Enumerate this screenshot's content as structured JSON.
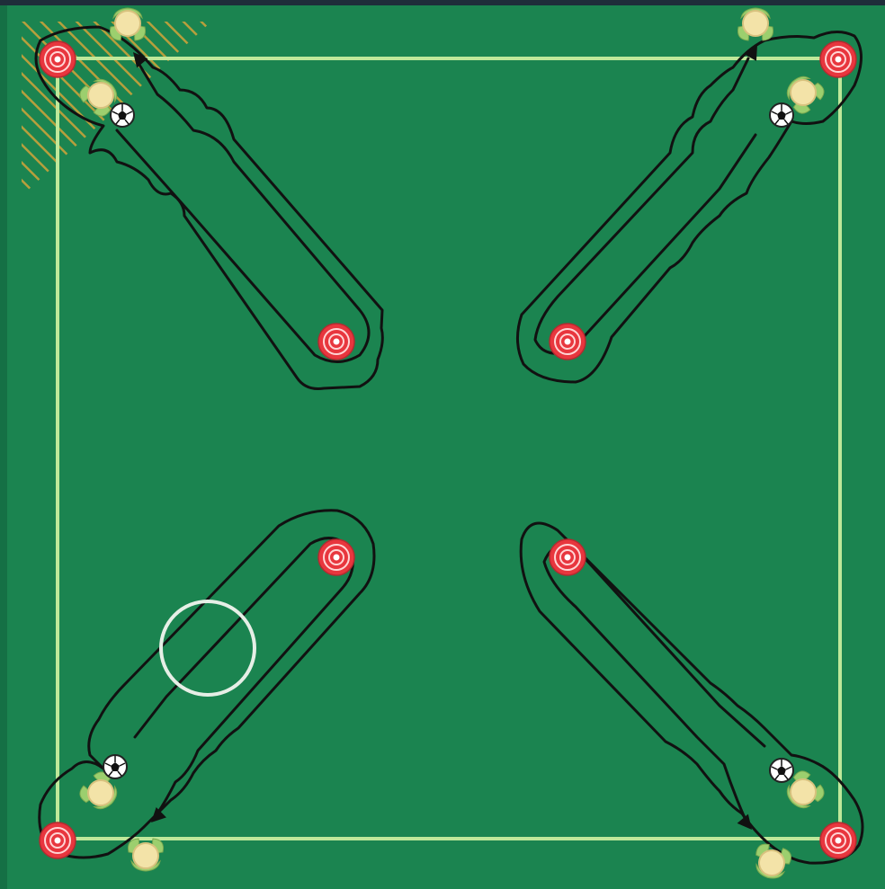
{
  "diagram": {
    "kind": "soccer-dribbling-drill",
    "colors": {
      "pitch": "#1b8450",
      "pitch_edge": "#17704a",
      "field_line": "#bfe89a",
      "path": "#111111",
      "cone_outer": "#e8363e",
      "cone_inner": "#ffffff",
      "player_head": "#f3e3a8",
      "player_body": "#9ccf6e",
      "hatch": "#c8a23a",
      "highlight_circle": "#e6efe6"
    },
    "icons": {
      "cone": "cone-marker-icon",
      "ball": "soccer-ball-icon",
      "player": "player-icon",
      "arrow": "arrow-head-icon"
    },
    "groups": [
      {
        "corner": "top-left",
        "cones": 2,
        "players": 2,
        "balls": 1,
        "dribble_path": "wavy-out-and-back"
      },
      {
        "corner": "top-right",
        "cones": 2,
        "players": 2,
        "balls": 1,
        "dribble_path": "wavy-out-and-back"
      },
      {
        "corner": "bottom-left",
        "cones": 2,
        "players": 2,
        "balls": 1,
        "dribble_path": "wavy-out-and-back"
      },
      {
        "corner": "bottom-right",
        "cones": 2,
        "players": 2,
        "balls": 1,
        "dribble_path": "wavy-out-and-back"
      }
    ],
    "highlights": {
      "hatched_zone": "top-left",
      "circle_marker": "bottom-left"
    }
  }
}
